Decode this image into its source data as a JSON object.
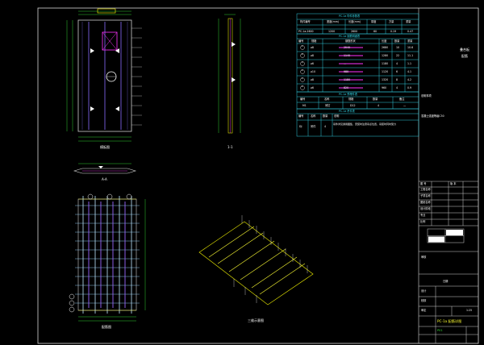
{
  "drawing": {
    "title_block_name": "PC-1a 配筋详图",
    "sheet_id": "P01",
    "cover_label_1": "叠合板",
    "cover_label_2": "配筋",
    "view_labels": {
      "plan": "模板图",
      "side": "1-1",
      "section": "A-A",
      "rebar": "配筋图",
      "iso": "三维示意图"
    },
    "table_titles": {
      "t1": "PC-1a 构件参数表",
      "t2": "PC-1a 钢筋明细表",
      "t3": "PC-1a 预埋件表",
      "t4": "PC-1a 吊件表"
    },
    "table1": {
      "headers": [
        "构件编号",
        "宽度(mm)",
        "长度(mm)",
        "厚度",
        "方量",
        "重量"
      ],
      "row": [
        "PC-1a-2600",
        "1200",
        "2600",
        "60",
        "0.19",
        "0.47"
      ]
    },
    "table2": {
      "headers": [
        "编号",
        "规格",
        "钢筋形状",
        "长度",
        "数量",
        "重量"
      ],
      "rows": [
        [
          "①",
          "⌀8",
          "2540",
          "2680",
          "10",
          "10.6"
        ],
        [
          "②",
          "⌀8",
          "1140",
          "1280",
          "22",
          "11.1"
        ],
        [
          "③",
          "⌀6",
          "—",
          "1180",
          "4",
          "1.1"
        ],
        [
          "④",
          "⌀10",
          "980",
          "1120",
          "6",
          "4.1"
        ],
        [
          "⑤",
          "⌀8",
          "1180",
          "1320",
          "8",
          "4.2"
        ],
        [
          "⑥",
          "⌀6",
          "820",
          "960",
          "4",
          "0.9"
        ]
      ]
    },
    "table3": {
      "headers": [
        "编号",
        "名称",
        "规格",
        "数量",
        "备注"
      ],
      "row": [
        "M1",
        "吊钉",
        "D12",
        "4",
        "—"
      ]
    },
    "table4": {
      "headers": [
        "编号",
        "名称",
        "数量",
        "说明"
      ],
      "row": [
        "DJ",
        "吊件",
        "4",
        "吊件详见通用图集，安装时注意吊点位置，吊装时同时受力"
      ]
    },
    "notes_title": "说明事项",
    "notes_line": "混凝土强度等级C30",
    "title_block_rows": [
      "工程名称",
      "子项名称",
      "图纸名称",
      "设计阶段",
      "专业",
      "比例"
    ],
    "title_block_cells": [
      "图 号",
      "版 本"
    ],
    "signature_label": "审核",
    "design_label": "设计",
    "check_label": "校核",
    "approve_label": "审定",
    "scale_value": "1:25",
    "date_label": "日期"
  }
}
